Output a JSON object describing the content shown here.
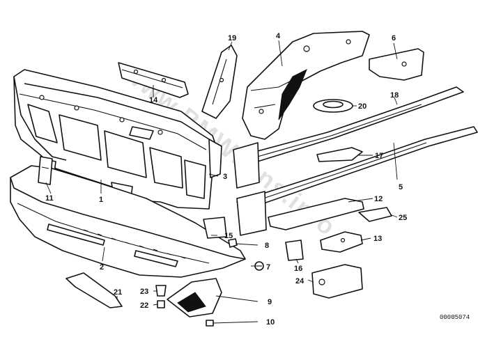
{
  "diagram": {
    "document_number": "00005074",
    "watermark_text": "www.BMWFans.info",
    "callouts": [
      "1",
      "2",
      "3",
      "4",
      "5",
      "6",
      "7",
      "8",
      "9",
      "10",
      "11",
      "12",
      "13",
      "14",
      "15",
      "16",
      "17",
      "18",
      "19",
      "20",
      "21",
      "22",
      "23",
      "24",
      "25"
    ]
  }
}
